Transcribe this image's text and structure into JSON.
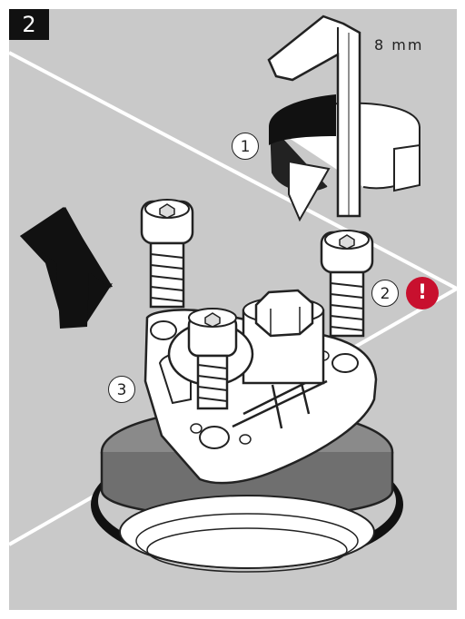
{
  "step": {
    "number": "2"
  },
  "tool": {
    "size_label": "8 mm"
  },
  "callouts": [
    {
      "label": "1"
    },
    {
      "label": "2"
    },
    {
      "label": "3"
    }
  ],
  "warning": {
    "symbol": "!",
    "color": "#c8102e"
  },
  "colors": {
    "background": "#c9c9c9",
    "frame": "#222222",
    "step_badge": "#111111"
  }
}
